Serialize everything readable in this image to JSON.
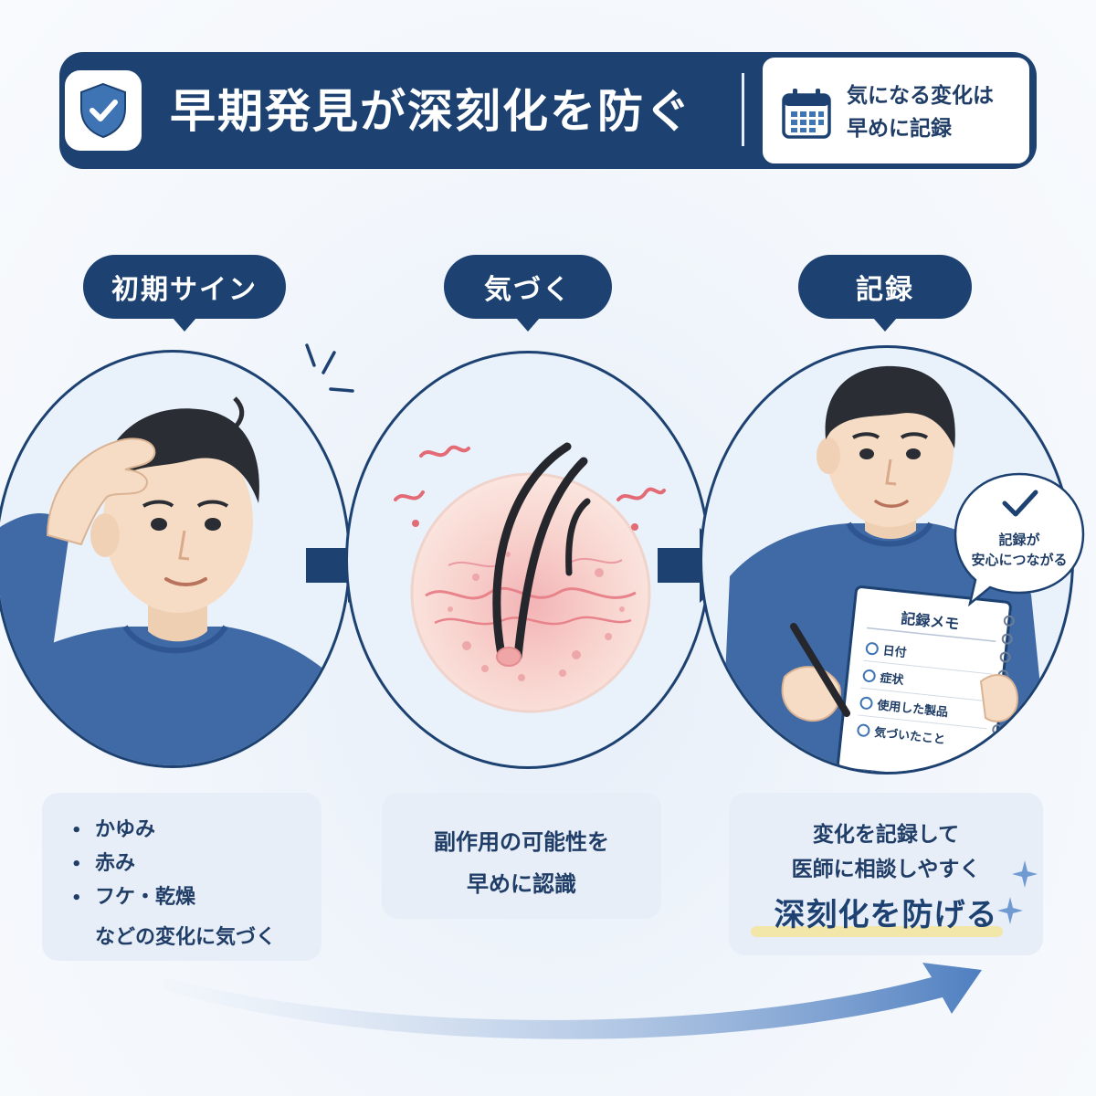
{
  "header": {
    "title": "早期発見が深刻化を防ぐ",
    "note_lines": [
      "気になる変化は",
      "早めに記録"
    ],
    "icons": [
      "shield-check-icon",
      "calendar-icon"
    ]
  },
  "steps": [
    {
      "label": "初期サイン",
      "bullets": [
        "かゆみ",
        "赤み",
        "フケ・乾燥"
      ],
      "footer": "などの変化に気づく"
    },
    {
      "label": "気づく",
      "lines": [
        "副作用の可能性を",
        "早めに認識"
      ]
    },
    {
      "label": "記録",
      "lines": [
        "変化を記録して",
        "医師に相談しやすく"
      ],
      "emphasis": "深刻化を防げる",
      "bubble_lines": [
        "記録が",
        "安心につながる"
      ],
      "memo": {
        "title": "記録メモ",
        "items": [
          "日付",
          "症状",
          "使用した製品",
          "気づいたこと"
        ]
      }
    }
  ],
  "colors": {
    "navy": "#1d4272",
    "shirt": "#3f6aa6",
    "skin": "#f6dcc4",
    "inflammation": "#e8838b",
    "highlight": "#f3e59a"
  }
}
